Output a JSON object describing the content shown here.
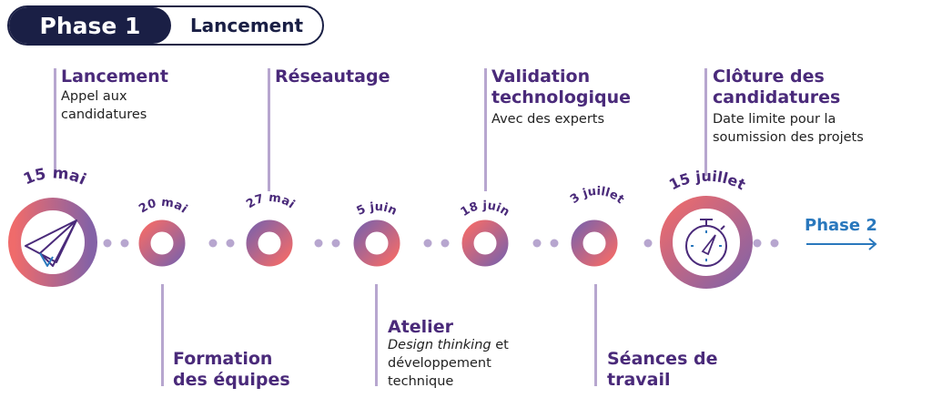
{
  "header": {
    "phase_label": "Phase 1",
    "phase_name": "Lancement"
  },
  "milestones": [
    {
      "date": "15 mai",
      "title": "Lancement",
      "subtitle": "Appel aux candidatures",
      "icon": "paper-plane-icon"
    },
    {
      "date": "20 mai",
      "title": "Formation des équipes",
      "subtitle": ""
    },
    {
      "date": "27 mai",
      "title": "Réseautage",
      "subtitle": ""
    },
    {
      "date": "5 juin",
      "title": "Atelier",
      "subtitle_italic": "Design thinking",
      "subtitle": " et développement technique"
    },
    {
      "date": "18 juin",
      "title": "Validation technologique",
      "subtitle": "Avec des experts"
    },
    {
      "date": "3 juillet",
      "title": "Séances de travail",
      "subtitle": ""
    },
    {
      "date": "15 juillet",
      "title": "Clôture des candidatures",
      "subtitle": "Date limite pour la soumission des projets",
      "icon": "stopwatch-icon"
    }
  ],
  "next_phase": "Phase 2",
  "colors": {
    "navy": "#1a1f45",
    "purple": "#4a2a7a",
    "coral": "#ef6b6b",
    "violet": "#8462a6",
    "dot": "#b7a6cf",
    "blue": "#2a78bd"
  }
}
